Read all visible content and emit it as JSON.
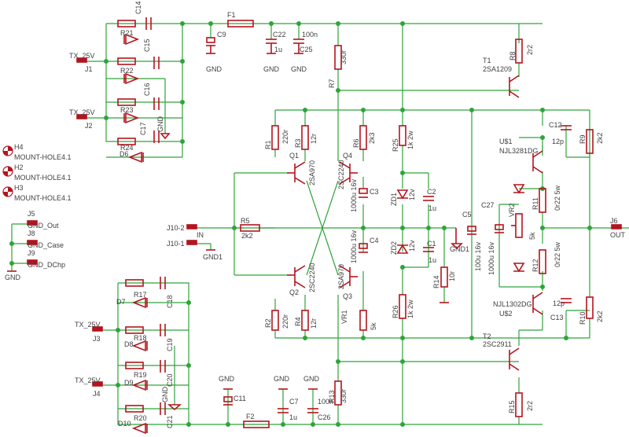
{
  "colors": {
    "wire": "#2ea43a",
    "part": "#b4141e",
    "text": "#404040",
    "background": "#ffffff",
    "hole": "#b4141e"
  },
  "labels": {
    "C14": "C14",
    "F1": "F1",
    "R21": "R21",
    "C9": "C9",
    "C22": "C22",
    "C25": "C25",
    "cap_100n_a": "100n",
    "cap_1u_a": "1u",
    "GND_a": "GND",
    "GND_b": "GND",
    "GND_c": "GND",
    "TX25V_1": "TX_25V",
    "J1": "J1",
    "C15": "C15",
    "R22": "R22",
    "C16": "C16",
    "R23": "R23",
    "TX25V_2": "TX_25V",
    "J2": "J2",
    "C17": "C17",
    "GND_d": "GND",
    "R24": "R24",
    "D6": "D6",
    "R7": "R7",
    "R7v": "330r",
    "R8": "R8",
    "R8v": "2r2",
    "T1": "T1",
    "T1v": "2SA1209",
    "H4": "H4",
    "H2": "H2",
    "H3": "H3",
    "MH1": "MOUNT-HOLE4.1",
    "MH2": "MOUNT-HOLE4.1",
    "MH3": "MOUNT-HOLE4.1",
    "R1": "R1",
    "R1v": "220r",
    "R3": "R3",
    "R3v": "12r",
    "R6": "R6",
    "R6v": "2k3",
    "R25": "R25",
    "R25v": "1k 2w",
    "Q1": "Q1",
    "Q1v": "2SA970",
    "Q4": "Q4",
    "Q4v": "2SC2240",
    "C12": "C12",
    "C12v": "12p",
    "R9": "R9",
    "R9v": "2k2",
    "US1": "U$1",
    "US1v": "NJL3281DG",
    "C3": "C3",
    "C3v": "1000u 16v",
    "ZD1": "ZD1",
    "ZD1v": "12v",
    "C2": "C2",
    "C2v": "1u",
    "R11": "R11",
    "R11v": "0r22 5w",
    "C27": "C27",
    "C27v": "1000u 16v",
    "VR2": "VR2",
    "VR2v": "5k",
    "C5": "C5",
    "C5v": "100u 16v",
    "J5": "J5",
    "GND_Out": "GND_Out",
    "J8": "J8",
    "GND_Case": "GND_Case",
    "J9": "J9",
    "GND_DChp": "GND_DChp",
    "GND_e": "GND",
    "J10_2": "J10-2",
    "IN": "IN",
    "J10_1": "J10-1",
    "R5": "R5",
    "R5v": "2k2",
    "GND1_a": "GND1",
    "GND1_b": "GND1",
    "J6": "J6",
    "OUT": "OUT",
    "C4": "C4",
    "C4v": "1000u 16v",
    "ZD2": "ZD2",
    "ZD2v": "12v",
    "C1": "C1",
    "C1v": "1u",
    "R14": "R14",
    "R14v": "10r",
    "R12": "R12",
    "R12v": "0r22 5w",
    "Q2": "Q2",
    "Q2v": "2SC2240",
    "Q3": "Q3",
    "Q3v": "2SA970",
    "R17": "R17",
    "C18": "C18",
    "D7": "D7",
    "US2": "U$2",
    "US2v": "NJL1302DG",
    "C13": "C13",
    "C13v": "12p",
    "R10": "R10",
    "R10v": "2k2",
    "R2": "R2",
    "R2v": "220r",
    "R4": "R4",
    "R4v": "12r",
    "VR1": "VR1",
    "VR1v": "5k",
    "R26": "R26",
    "R26v": "1k 2w",
    "TX25V_3": "TX_25V",
    "J3": "J3",
    "R18": "R18",
    "D8": "D8",
    "C19": "C19",
    "T2": "T2",
    "T2v": "2SC2911",
    "GND_f": "GND",
    "R19": "R19",
    "D9": "D9",
    "C20": "C20",
    "GND_g": "GND",
    "GND_h": "GND",
    "GND_i": "GND",
    "C11": "C11",
    "TX25V_4": "TX_25V",
    "J4": "J4",
    "C7": "C7",
    "cap_1u_b": "1u",
    "cap_100n_b": "100n",
    "R13": "R13",
    "R13v": "330r",
    "R20": "R20",
    "C21": "C21",
    "D10": "D10",
    "F2": "F2",
    "C26": "C26",
    "R15": "R15",
    "R15v": "2r2"
  }
}
